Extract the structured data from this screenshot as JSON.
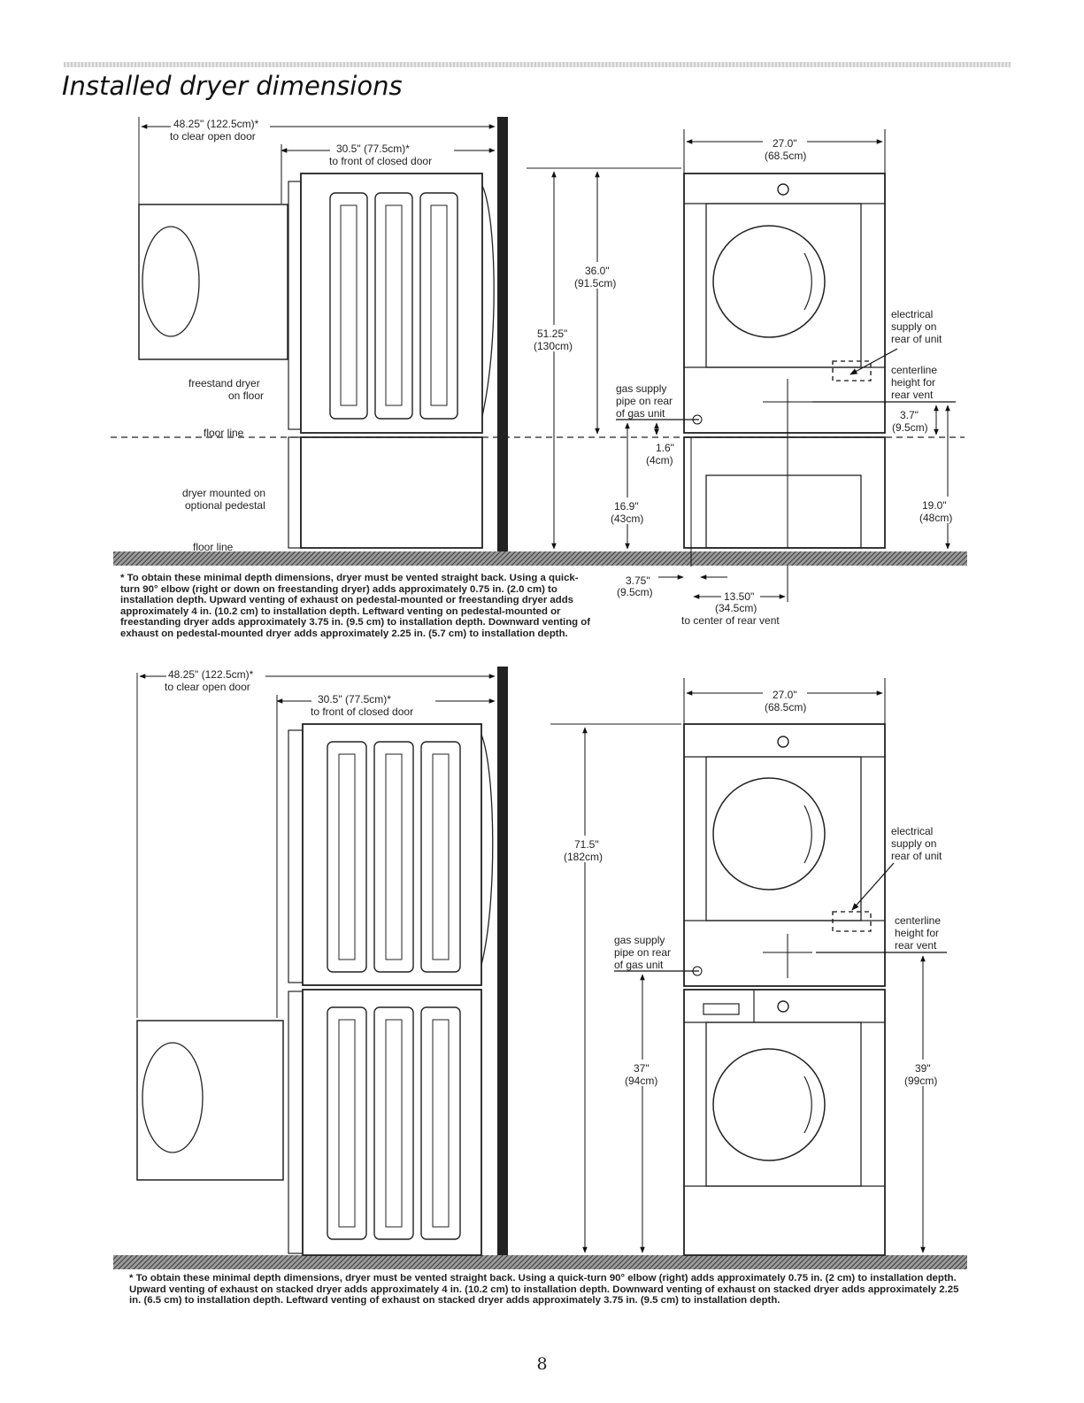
{
  "page": {
    "title": "Installed dryer dimensions",
    "page_number": "8"
  },
  "upper": {
    "clear_open_door": "48.25\" (122.5cm)*",
    "clear_open_door_sub": "to clear open door",
    "front_closed_door": "30.5\" (77.5cm)*",
    "front_closed_door_sub": "to front of closed door",
    "freestand_1": "freestand dryer",
    "freestand_2": "on floor",
    "floor_line_1": "floor line",
    "pedestal_1": "dryer mounted on",
    "pedestal_2": "optional pedestal",
    "floor_line_2": "floor line",
    "h36": "36.0\"",
    "h36_cm": "(91.5cm)",
    "h5125": "51.25\"",
    "h5125_cm": "(130cm)",
    "gas_1": "gas supply",
    "gas_2": "pipe on rear",
    "gas_3": "of gas unit",
    "h16": "1.6\"",
    "h16_cm": "(4cm)",
    "h169": "16.9\"",
    "h169_cm": "(43cm)",
    "w27": "27.0\"",
    "w27_cm": "(68.5cm)",
    "elec_1": "electrical",
    "elec_2": "supply on",
    "elec_3": "rear of unit",
    "cl_1": "centerline",
    "cl_2": "height for",
    "cl_3": "rear vent",
    "h37": "3.7\"",
    "h37_cm": "(9.5cm)",
    "h19": "19.0\"",
    "h19_cm": "(48cm)",
    "d375": "3.75\"",
    "d375_cm": "(9.5cm)",
    "d1350": "13.50\"",
    "d1350_cm": "(34.5cm)",
    "d1350_sub": "to center of rear vent",
    "note": "* To obtain these minimal depth dimensions, dryer must be vented straight back. Using a quick-turn 90° elbow (right or down on freestanding dryer) adds approximately 0.75 in. (2.0 cm) to installation depth. Upward venting of exhaust on pedestal-mounted or freestanding dryer adds approximately 4 in. (10.2 cm) to installation depth. Leftward venting on pedestal-mounted or freestanding dryer adds approximately 3.75 in. (9.5 cm) to installation depth. Downward venting of exhaust on pedestal-mounted dryer adds approximately 2.25 in. (5.7 cm) to installation depth."
  },
  "lower": {
    "clear_open_door": "48.25\" (122.5cm)*",
    "clear_open_door_sub": "to clear open door",
    "front_closed_door": "30.5\" (77.5cm)*",
    "front_closed_door_sub": "to front of closed door",
    "h715": "71.5\"",
    "h715_cm": "(182cm)",
    "gas_1": "gas supply",
    "gas_2": "pipe on rear",
    "gas_3": "of gas unit",
    "h37in": "37\"",
    "h37in_cm": "(94cm)",
    "w27": "27.0\"",
    "w27_cm": "(68.5cm)",
    "elec_1": "electrical",
    "elec_2": "supply on",
    "elec_3": "rear of unit",
    "cl_1": "centerline",
    "cl_2": "height for",
    "cl_3": "rear vent",
    "h39": "39\"",
    "h39_cm": "(99cm)",
    "note": "* To obtain these minimal depth dimensions, dryer must be vented straight back. Using a quick-turn 90° elbow (right) adds approximately 0.75 in. (2 cm) to installation depth. Upward venting of exhaust on stacked dryer adds approximately 4 in. (10.2 cm) to installation depth. Downward venting of exhaust on stacked dryer adds approximately 2.25 in. (6.5 cm) to installation depth. Leftward venting of exhaust on stacked dryer adds approximately 3.75 in. (9.5 cm) to installation depth."
  }
}
